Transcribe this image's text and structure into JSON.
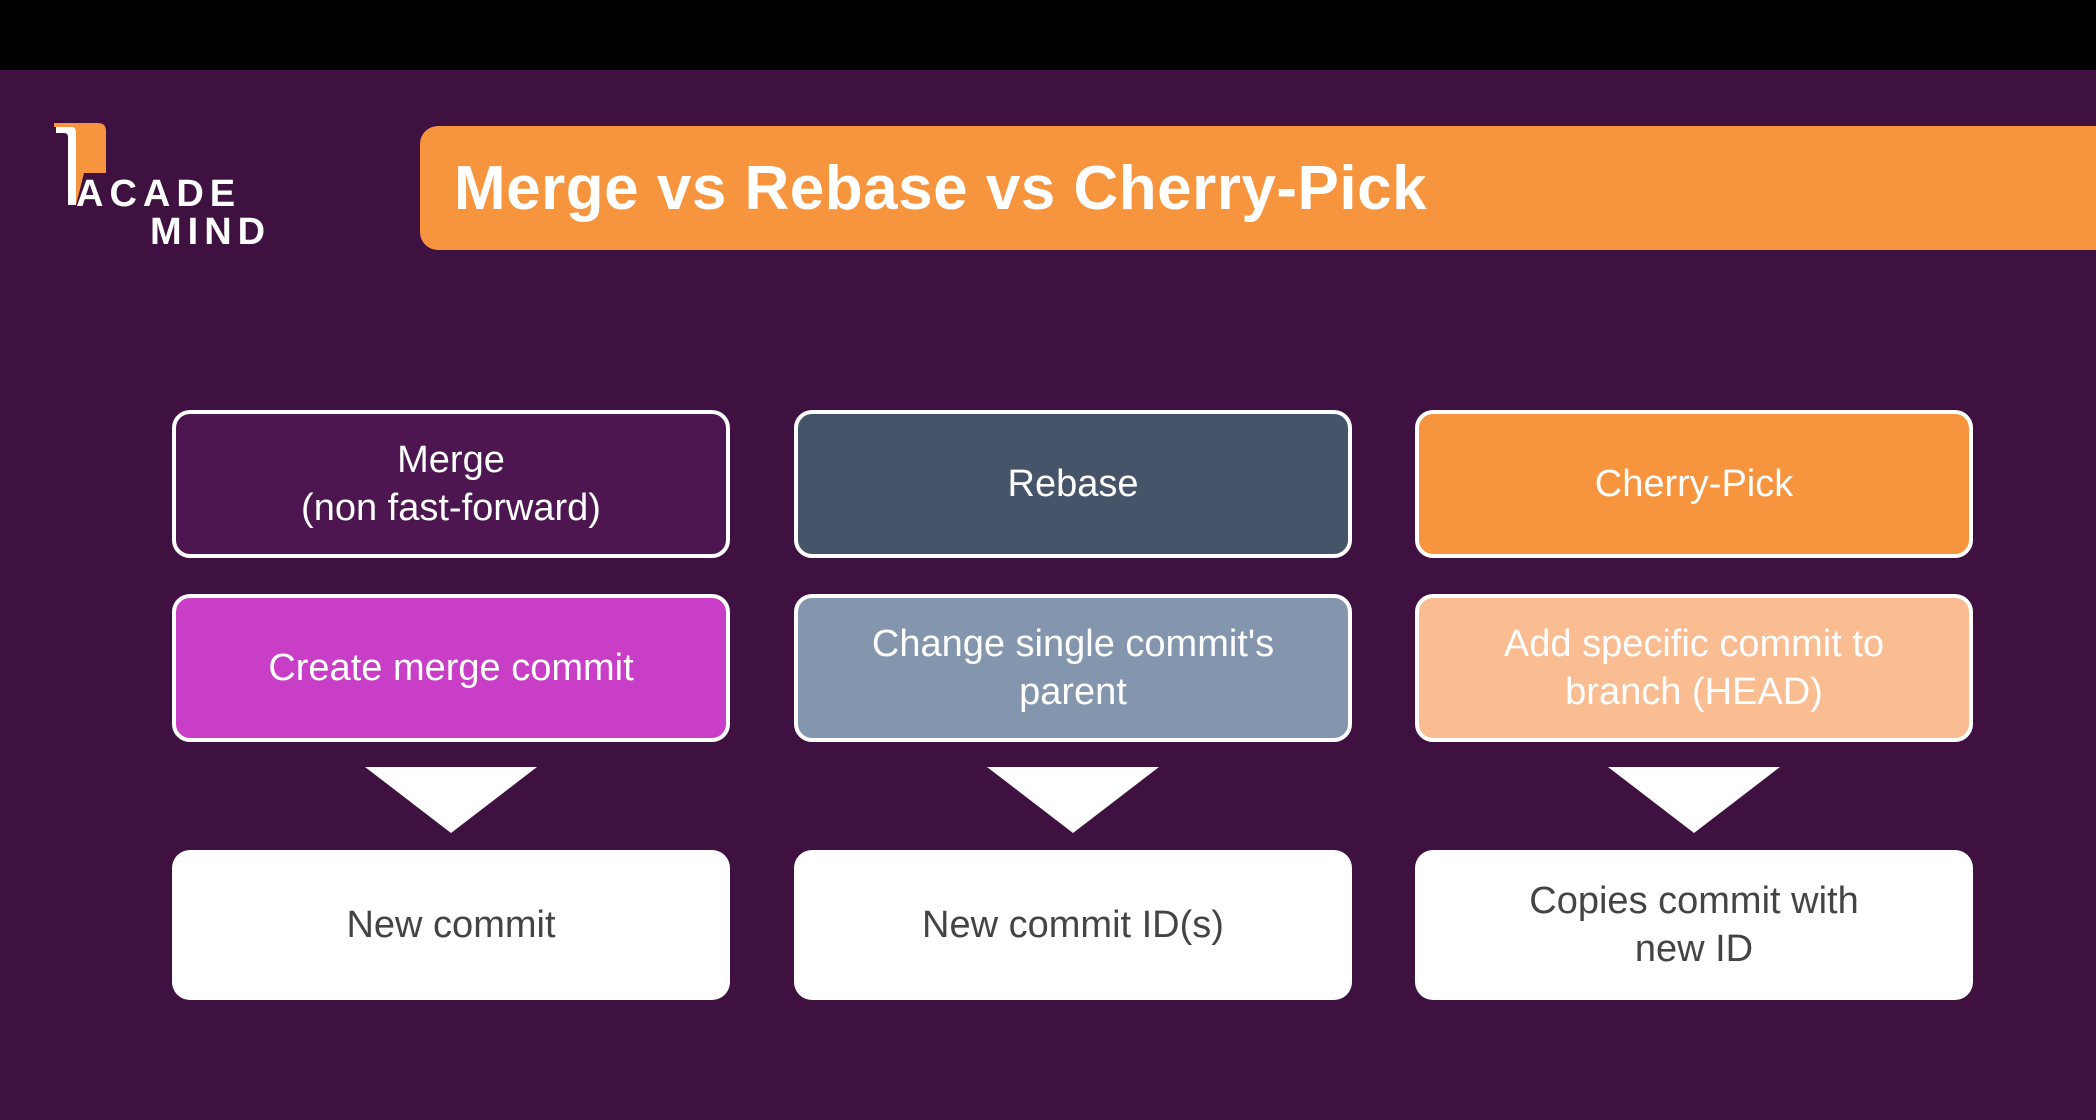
{
  "logo": {
    "line1": "ACADE",
    "line2": "MIND",
    "colors": {
      "flag": "#f7943e",
      "text": "#ffffff"
    }
  },
  "title": "Merge vs Rebase vs Cherry-Pick",
  "colors": {
    "background": "#3e1140",
    "banner": "#f7943e"
  },
  "columns": [
    {
      "heading": "Merge\n(non fast-forward)",
      "description": "Create merge commit",
      "result": "New commit",
      "colors": {
        "heading": "#4d1650",
        "description": "#c83ec6"
      }
    },
    {
      "heading": "Rebase",
      "description": "Change single commit's\nparent",
      "result": "New commit ID(s)",
      "colors": {
        "heading": "#455469",
        "description": "#8496ae"
      }
    },
    {
      "heading": "Cherry-Pick",
      "description": "Add specific commit to\nbranch (HEAD)",
      "result": "Copies commit with\nnew ID",
      "colors": {
        "heading": "#f7943e",
        "description": "#f9bd91"
      }
    }
  ]
}
